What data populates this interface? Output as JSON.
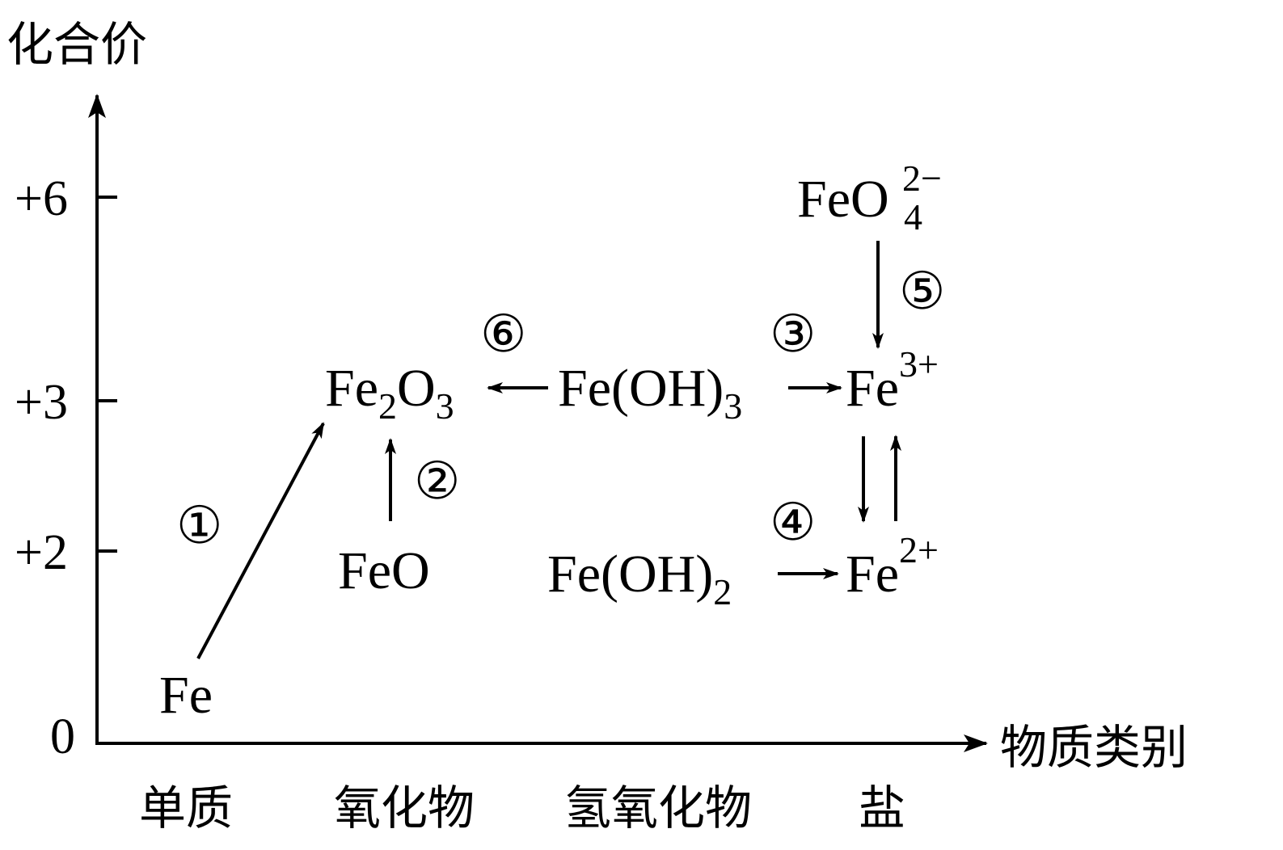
{
  "axes": {
    "y_title": "化合价",
    "x_title": "物质类别",
    "y_ticks": [
      "+6",
      "+3",
      "+2",
      "0"
    ],
    "x_categories": [
      "单质",
      "氧化物",
      "氢氧化物",
      "盐"
    ]
  },
  "species": {
    "fe": "Fe",
    "feo": "FeO",
    "fe2o3_a": "Fe",
    "fe2o3_sub1": "2",
    "fe2o3_b": "O",
    "fe2o3_sub2": "3",
    "feoh3_main": "Fe(OH)",
    "feoh3_sub": "3",
    "feoh2_main": "Fe(OH)",
    "feoh2_sub": "2",
    "fe3_main": "Fe",
    "fe3_sup": "3+",
    "fe2_main": "Fe",
    "fe2_sup": "2+",
    "feo4_main": "FeO",
    "feo4_sub": "4",
    "feo4_sup": "2−"
  },
  "steps": [
    "①",
    "②",
    "③",
    "④",
    "⑤",
    "⑥"
  ]
}
